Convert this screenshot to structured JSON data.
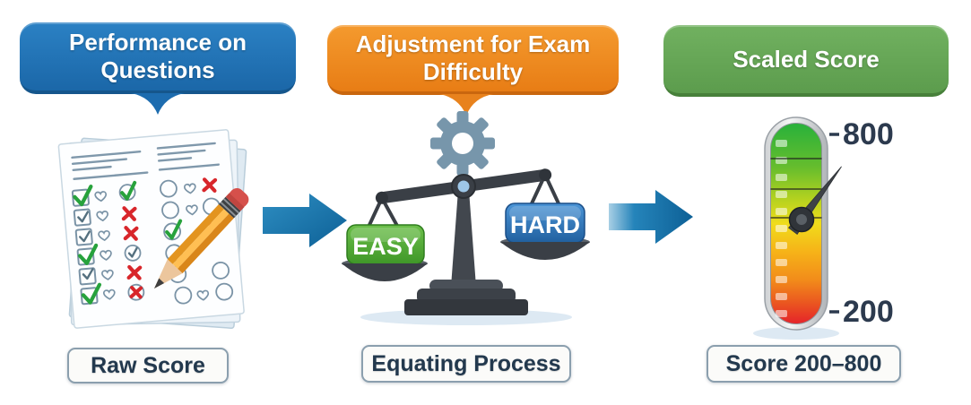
{
  "stages": {
    "performance": {
      "title": "Performance on Questions",
      "caption": "Raw Score"
    },
    "adjustment": {
      "title": "Adjustment for Exam Difficulty",
      "caption": "Equating Process",
      "easy_tag": "EASY",
      "hard_tag": "HARD"
    },
    "scaled": {
      "title": "Scaled Score",
      "caption": "Score 200–800",
      "gauge_max": "800",
      "gauge_min": "200"
    }
  },
  "colors": {
    "bubble_blue": "#1e72b7",
    "bubble_orange": "#ef8a21",
    "bubble_green": "#67a758",
    "arrow_blue": "#0d6096",
    "tag_easy_green": "#46a12e",
    "tag_hard_blue": "#2d6fb2",
    "gauge_green": "#28b13b",
    "gauge_yellow": "#f0dc1b",
    "gauge_red": "#e5232a",
    "check_green": "#27a23c",
    "cross_red": "#d8262b",
    "caption_text": "#23394e"
  }
}
